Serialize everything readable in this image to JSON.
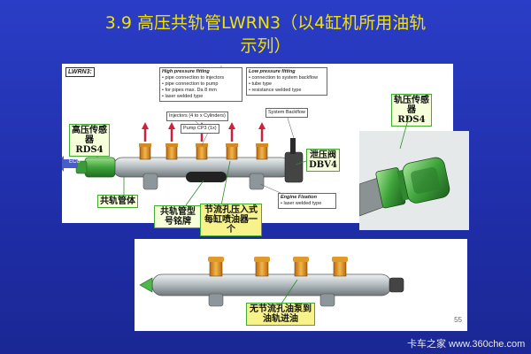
{
  "title": {
    "line1": "3.9 高压共轨管LWRN3（以4缸机所用油轨",
    "line2": "示列）"
  },
  "diagram": {
    "tag": "LWRN3:",
    "high_pressure": {
      "heading": "High pressure fitting",
      "items": [
        "pipe connection to injectors",
        "pipe connection to pump",
        "for pipes max. Da 8 mm",
        "laser welded type"
      ]
    },
    "low_pressure": {
      "heading": "Low pressure fitting",
      "items": [
        "connection to system backflow",
        "tube type",
        "resistance welded type"
      ]
    },
    "injectors_label": "Injectors (4 to x Cylinders)",
    "pump_label": "Pump CP3 (1x)",
    "backflow_label": "System Backflow",
    "ecu_label": "ECU",
    "engine_fixation": {
      "heading": "Engine Fixation",
      "item": "laser welded type"
    }
  },
  "labels": {
    "sensor": "高压传感器RDS4",
    "rail_body": "共轨管体",
    "part_number": "共轨管型号铭牌",
    "throttle": "节流孔压入式每缸喷油器一个",
    "dbv": "泄压阀DBV4",
    "rail_sensor": "轨压传感器RDS4",
    "no_throttle": "无节流孔油泵到油轨进油"
  },
  "page_number": "55",
  "watermark": {
    "text": "卡车之家 www.360che.com"
  },
  "colors": {
    "background": "#2233aa",
    "title": "#f2e200",
    "rail": "#b8c0c4",
    "fitting": "#e09a2a",
    "sensor": "#4fb84a"
  }
}
